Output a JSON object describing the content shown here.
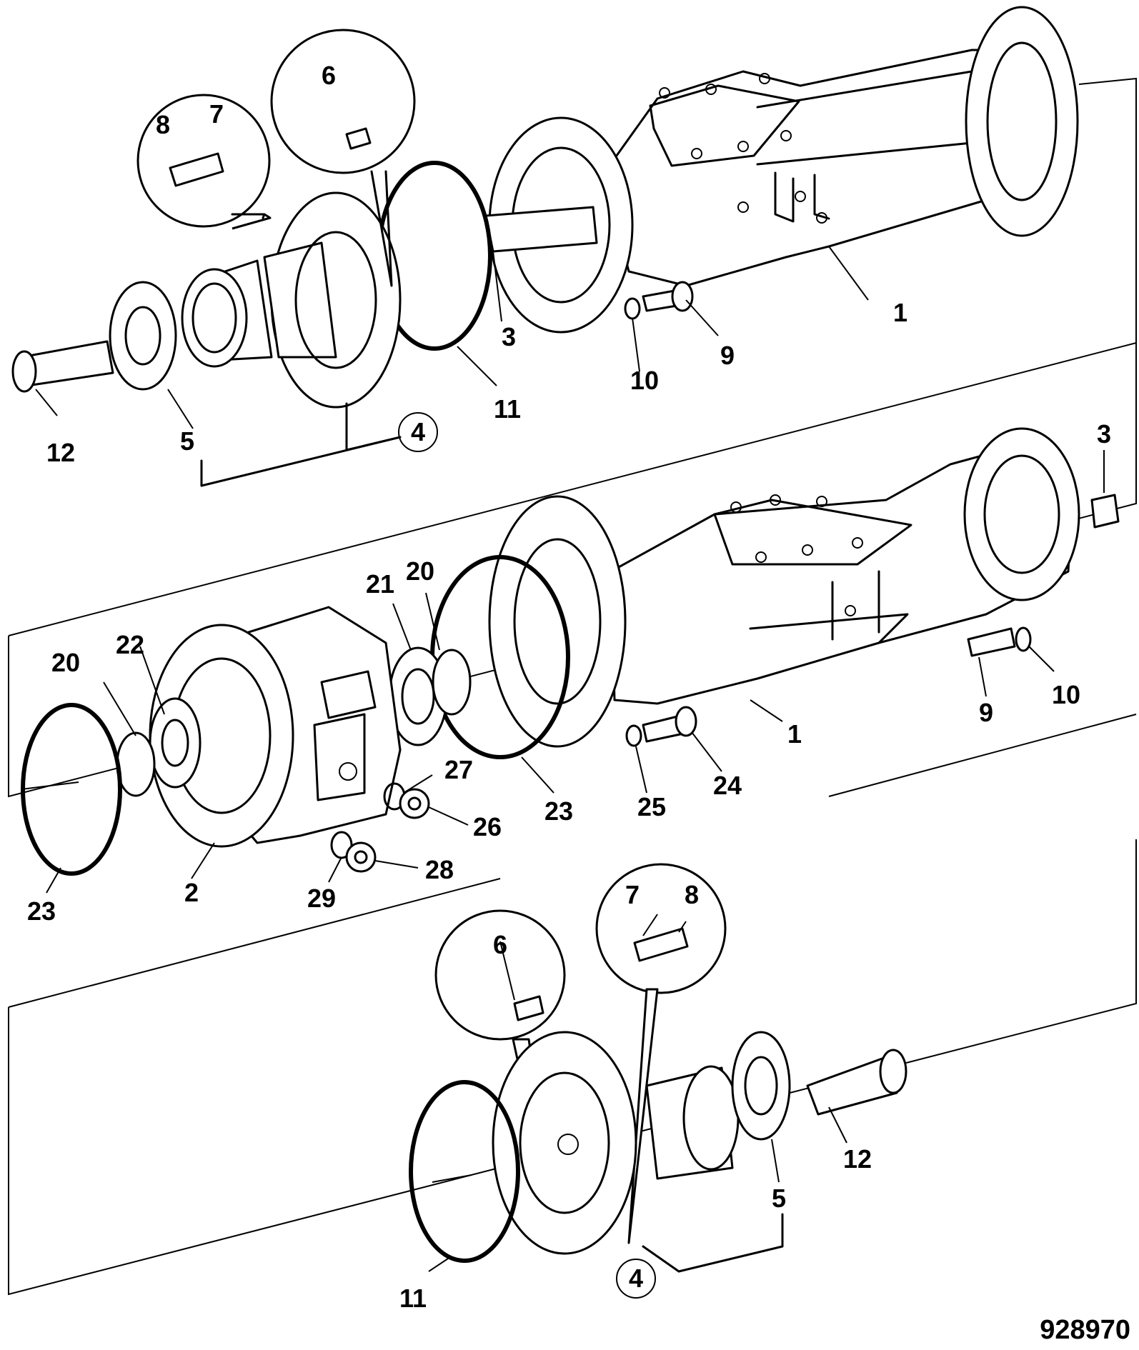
{
  "figure_id": "928970",
  "callouts": {
    "top": {
      "l1": "1",
      "l3": "3",
      "l4": "4",
      "l5": "5",
      "l6": "6",
      "l7": "7",
      "l8": "8",
      "l9": "9",
      "l10": "10",
      "l11": "11",
      "l12": "12"
    },
    "middle": {
      "l1": "1",
      "l2": "2",
      "l3": "3",
      "l9": "9",
      "l10": "10",
      "l20a": "20",
      "l20b": "20",
      "l21": "21",
      "l22": "22",
      "l23a": "23",
      "l23b": "23",
      "l24": "24",
      "l25": "25",
      "l26": "26",
      "l27": "27",
      "l28": "28",
      "l29": "29"
    },
    "bottom": {
      "l4": "4",
      "l5": "5",
      "l6": "6",
      "l7": "7",
      "l8": "8",
      "l11": "11",
      "l12": "12"
    }
  },
  "colors": {
    "line": "#000000",
    "background": "#ffffff"
  }
}
